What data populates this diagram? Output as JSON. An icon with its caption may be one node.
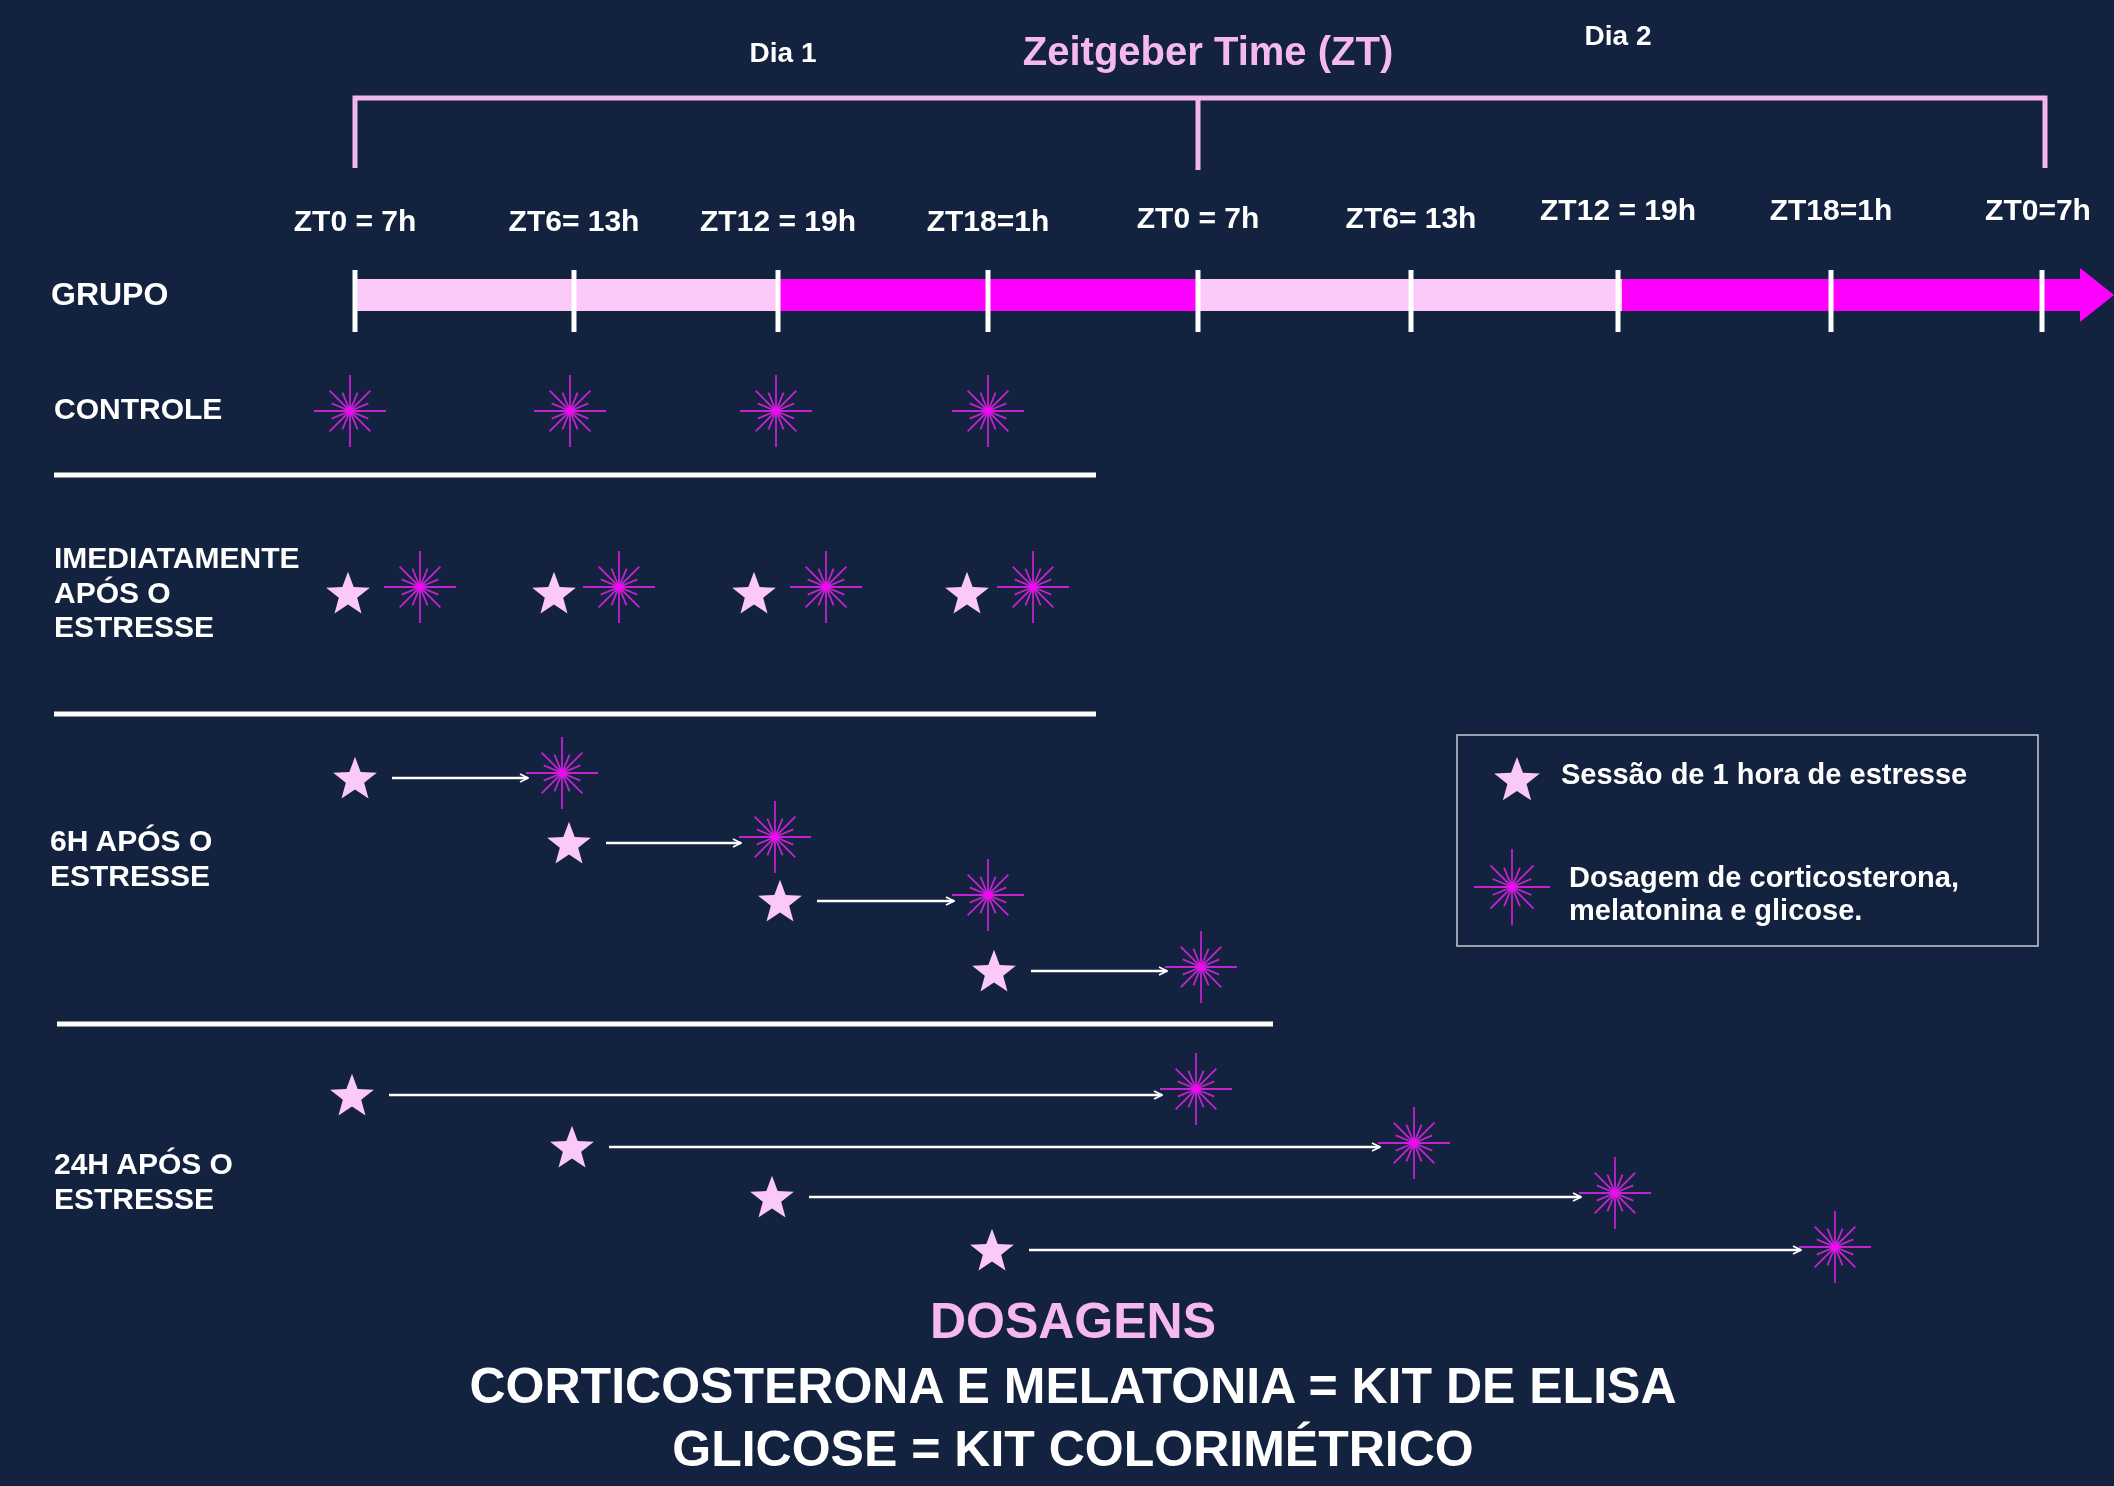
{
  "diagram": {
    "title": "Zeitgeber Time (ZT)",
    "nodes": [
      {
        "text": [],
        "shape": "burst"
      },
      {
        "text": [],
        "shape": "burst"
      },
      {
        "text": [],
        "shape": "burst"
      },
      {
        "text": [],
        "shape": "burst"
      },
      {
        "text": [],
        "shape": "star"
      },
      {
        "text": [],
        "shape": "burst"
      },
      {
        "text": [],
        "shape": "star"
      },
      {
        "text": [],
        "shape": "burst"
      },
      {
        "text": [],
        "shape": "star"
      },
      {
        "text": [],
        "shape": "burst"
      },
      {
        "text": [],
        "shape": "star"
      },
      {
        "text": [],
        "shape": "burst"
      },
      {
        "text": [],
        "shape": "star"
      },
      {
        "text": [],
        "shape": "burst"
      },
      {
        "text": [],
        "shape": "star"
      },
      {
        "text": [],
        "shape": "burst"
      },
      {
        "text": [],
        "shape": "star"
      },
      {
        "text": [],
        "shape": "burst"
      },
      {
        "text": [],
        "shape": "star"
      },
      {
        "text": [],
        "shape": "burst"
      },
      {
        "text": [],
        "shape": "star"
      },
      {
        "text": [],
        "shape": "burst"
      },
      {
        "text": [],
        "shape": "star"
      },
      {
        "text": [],
        "shape": "burst"
      },
      {
        "text": [],
        "shape": "star"
      },
      {
        "text": [],
        "shape": "burst"
      },
      {
        "text": [],
        "shape": "star"
      },
      {
        "text": [],
        "shape": "burst"
      }
    ],
    "edges": [
      {
        "from": 12,
        "to": 13,
        "arrow": "to"
      },
      {
        "from": 14,
        "to": 15,
        "arrow": "to"
      },
      {
        "from": 16,
        "to": 17,
        "arrow": "to"
      },
      {
        "from": 18,
        "to": 19,
        "arrow": "to"
      },
      {
        "from": 20,
        "to": 21,
        "arrow": "to"
      },
      {
        "from": 22,
        "to": 23,
        "arrow": "to"
      },
      {
        "from": 24,
        "to": 25,
        "arrow": "to"
      },
      {
        "from": 26,
        "to": 27,
        "arrow": "to"
      }
    ],
    "labels": [
      "Dia 1",
      "Dia 2",
      "ZT0 = 7h",
      "ZT6= 13h",
      "ZT12 = 19h",
      "ZT18=1h",
      "ZT0 = 7h",
      "ZT6= 13h",
      "ZT12 = 19h",
      "ZT18=1h",
      "ZT0=7h",
      "GRUPO",
      "CONTROLE",
      "IMEDIATAMENTE APÓS O ESTRESSE",
      "6H APÓS O ESTRESSE",
      "24H APÓS O ESTRESSE",
      "DOSAGENS",
      "CORTICOSTERONA E MELATONIA = KIT DE ELISA",
      "GLICOSE = KIT COLORIMÉTRICO"
    ],
    "legend": [
      {
        "text": "Sessão de 1 hora de estresse"
      },
      {
        "text": "Dosagem de corticosterona, melatonina e glicose."
      }
    ]
  }
}
